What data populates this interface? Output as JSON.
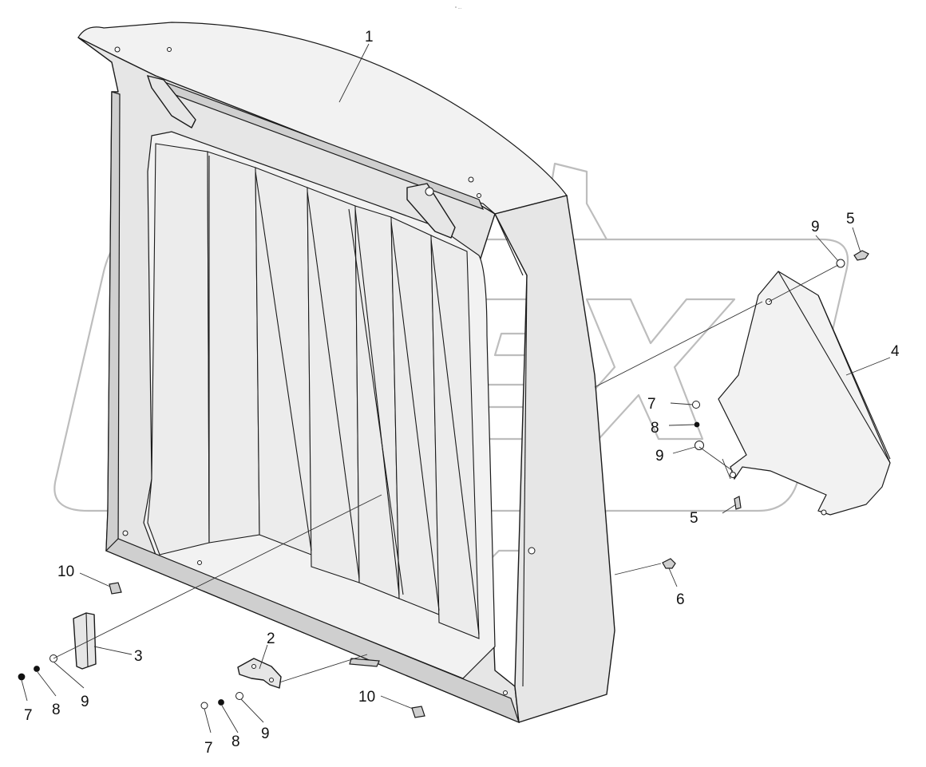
{
  "header": {
    "tiny_text": "° ···"
  },
  "callouts": {
    "c1": "1",
    "c2": "2",
    "c3": "3",
    "c4": "4",
    "c5_top": "5",
    "c5_mid": "5",
    "c6": "6",
    "c7_left": "7",
    "c7_mid": "7",
    "c7_right": "7",
    "c8_left": "8",
    "c8_mid": "8",
    "c8_right": "8",
    "c9_top": "9",
    "c9_left": "9",
    "c9_mid": "9",
    "c9_right": "9",
    "c10_left": "10",
    "c10_mid": "10"
  },
  "watermark": {
    "name": "OPEX-watermark"
  }
}
